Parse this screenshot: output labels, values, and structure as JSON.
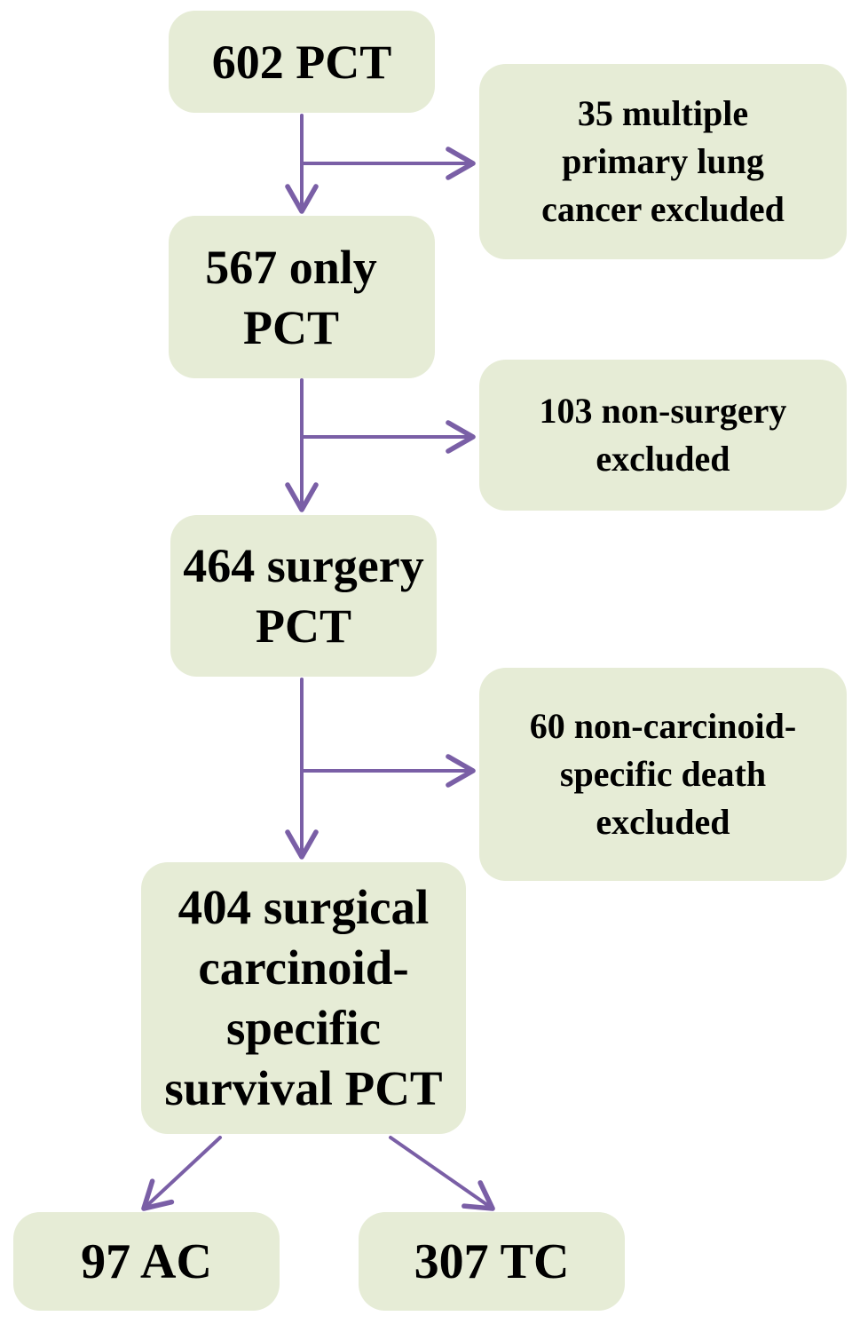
{
  "diagram": {
    "nodes": [
      {
        "id": "n1",
        "name": "node-602-pct",
        "lines": [
          "602 PCT"
        ]
      },
      {
        "id": "n2",
        "name": "node-567-only-pct",
        "lines": [
          "567 only",
          "PCT"
        ]
      },
      {
        "id": "n3",
        "name": "node-464-surgery-pct",
        "lines": [
          "464 surgery",
          "PCT"
        ]
      },
      {
        "id": "n4",
        "name": "node-404-surgical-pct",
        "lines": [
          "404 surgical",
          "carcinoid-",
          "specific",
          "survival PCT"
        ]
      },
      {
        "id": "o1",
        "name": "node-97-ac",
        "lines": [
          "97 AC"
        ]
      },
      {
        "id": "o2",
        "name": "node-307-tc",
        "lines": [
          "307 TC"
        ]
      }
    ],
    "exclusions": [
      {
        "id": "e1",
        "name": "exclusion-35-multiple-primary",
        "lines": [
          "35 multiple",
          "primary lung",
          "cancer excluded"
        ]
      },
      {
        "id": "e2",
        "name": "exclusion-103-non-surgery",
        "lines": [
          "103 non-surgery",
          "excluded"
        ]
      },
      {
        "id": "e3",
        "name": "exclusion-60-non-carcinoid-death",
        "lines": [
          "60 non-carcinoid-",
          "specific death",
          "excluded"
        ]
      }
    ],
    "colors": {
      "box_fill": "#e6ecd6",
      "arrow": "#7a5fa6",
      "text": "#000000"
    }
  }
}
